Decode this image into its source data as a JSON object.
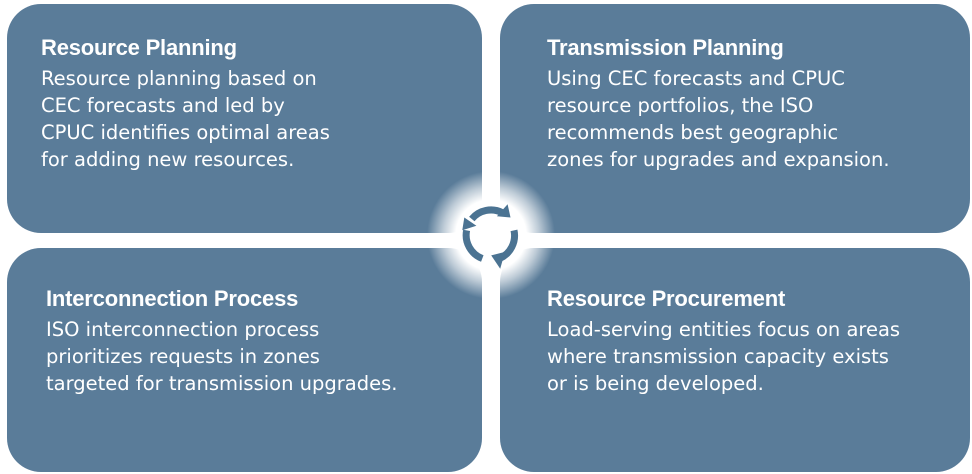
{
  "quadrants": {
    "resource_planning": {
      "title": "Resource Planning",
      "body": "Resource planning based on\nCEC forecasts and led by\nCPUC identifies optimal areas\nfor adding new resources."
    },
    "transmission_planning": {
      "title": "Transmission Planning",
      "body": "Using CEC forecasts and CPUC\nresource portfolios, the ISO\nrecommends best geographic\nzones for upgrades and expansion."
    },
    "interconnection_process": {
      "title": "Interconnection Process",
      "body": "ISO interconnection process\nprioritizes requests in zones\ntargeted for transmission upgrades."
    },
    "resource_procurement": {
      "title": "Resource Procurement",
      "body": "Load-serving entities focus on areas\nwhere transmission capacity exists\nor is being developed."
    }
  },
  "colors": {
    "panel": "#5a7c99",
    "text": "#ffffff",
    "cycle_arrows": "#4b7392",
    "glow": "#ffffff"
  },
  "icons": {
    "center": "cycle-arrows-icon"
  }
}
